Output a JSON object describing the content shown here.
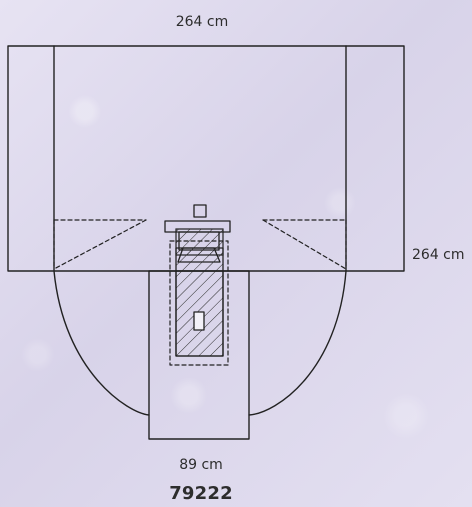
{
  "labels": {
    "top_dimension": "264 cm",
    "right_dimension": "264 cm",
    "bottom_dimension": "89 cm",
    "product_code": "79222"
  }
}
